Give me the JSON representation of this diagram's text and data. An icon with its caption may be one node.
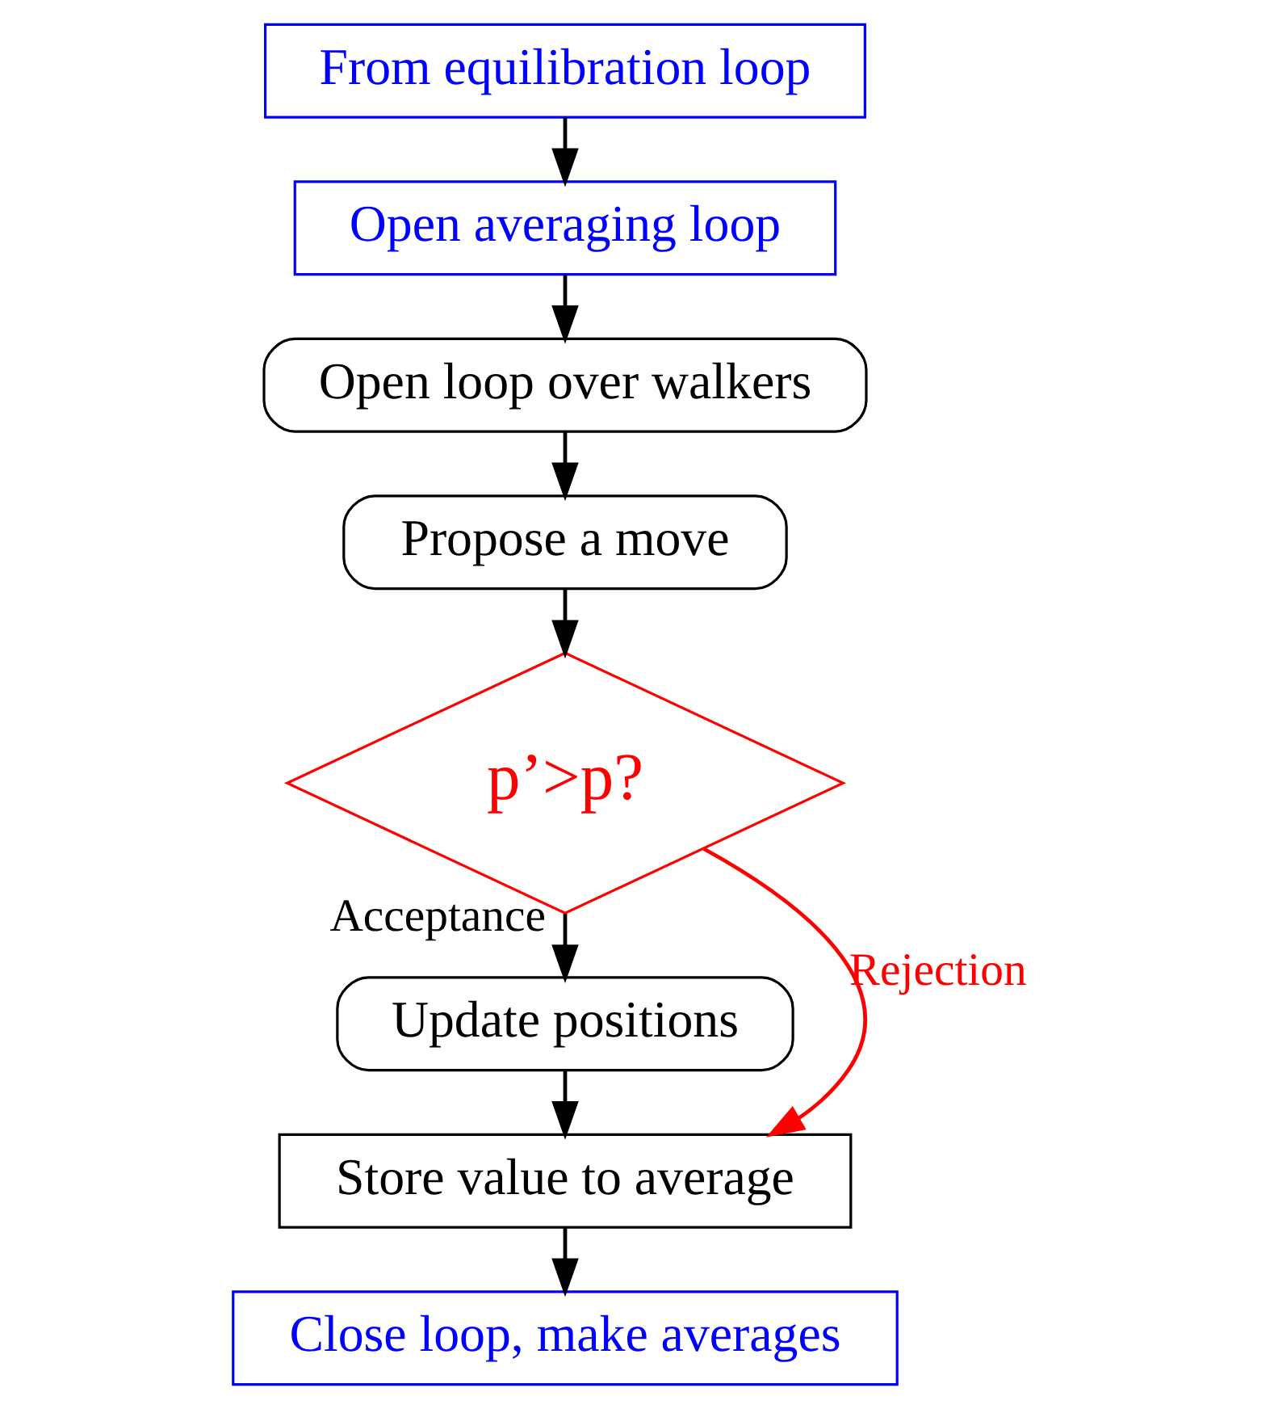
{
  "diagram": {
    "nodes": [
      {
        "text": [
          "From equilibration loop"
        ]
      },
      {
        "text": [
          "Open averaging loop"
        ]
      },
      {
        "text": [
          "Open loop over walkers"
        ]
      },
      {
        "text": [
          "Propose a move"
        ]
      },
      {
        "text": [
          "p’>p?"
        ]
      },
      {
        "text": [
          "Update positions"
        ]
      },
      {
        "text": [
          "Store value to average"
        ]
      },
      {
        "text": [
          "Close loop, make averages"
        ]
      }
    ],
    "edges": [
      {
        "from": 0,
        "to": 1,
        "arrow": "to"
      },
      {
        "from": 1,
        "to": 2,
        "arrow": "to"
      },
      {
        "from": 2,
        "to": 3,
        "arrow": "to"
      },
      {
        "from": 3,
        "to": 4,
        "arrow": "to"
      },
      {
        "from": 4,
        "to": 5,
        "arrow": "to",
        "label": "Acceptance"
      },
      {
        "from": 4,
        "to": 6,
        "arrow": "to",
        "label": "Rejection",
        "color": "#ff0000"
      },
      {
        "from": 5,
        "to": 6,
        "arrow": "to"
      },
      {
        "from": 6,
        "to": 7,
        "arrow": "to"
      }
    ]
  }
}
